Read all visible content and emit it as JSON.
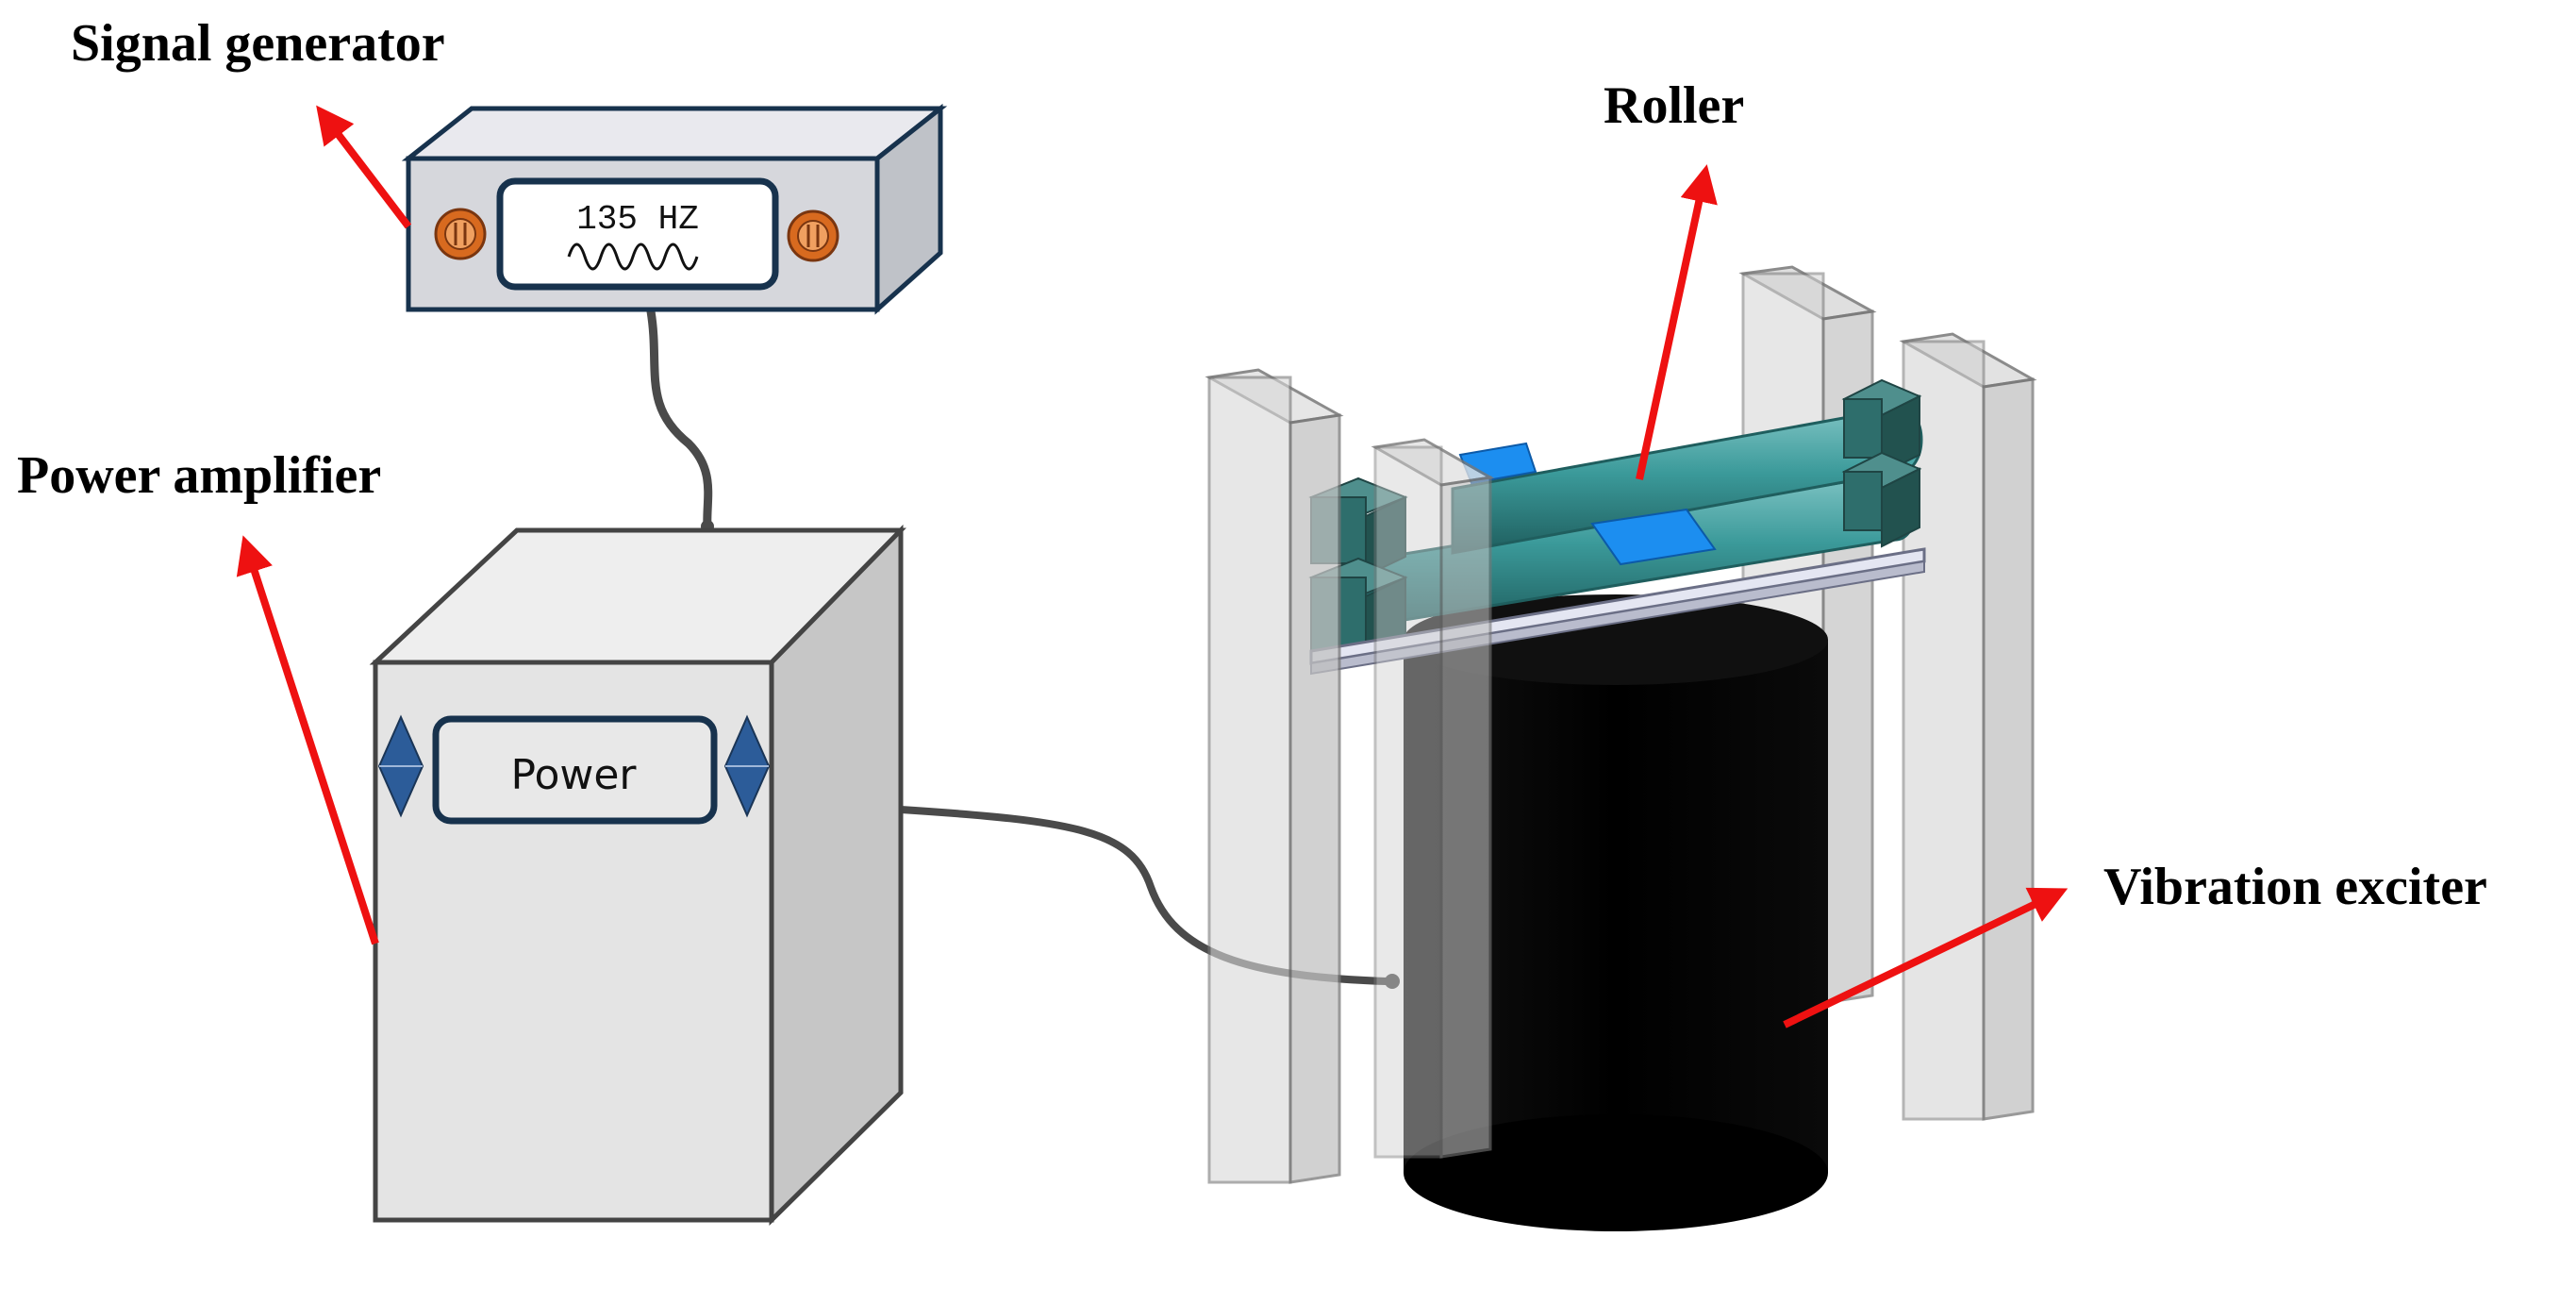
{
  "labels": {
    "signal_generator": "Signal generator",
    "power_amplifier": "Power amplifier",
    "roller": "Roller",
    "vibration_exciter": "Vibration exciter"
  },
  "devices": {
    "signal_display": "135 HZ",
    "amplifier_display": "Power"
  },
  "icons": {
    "knob": "knob-icon",
    "arrow": "diamond-arrow-icon",
    "wave": "sine-wave-icon"
  },
  "colors": {
    "callout_arrow": "#ee1111",
    "device_outline": "#17324d",
    "knob": "#d86a1f",
    "amp_arrow": "#2c5c99",
    "roller": "#3b9a9a",
    "block": "#2e6e6c",
    "pad": "#1c8ef0",
    "exciter": "#000000",
    "cable": "#4a4a4a"
  }
}
